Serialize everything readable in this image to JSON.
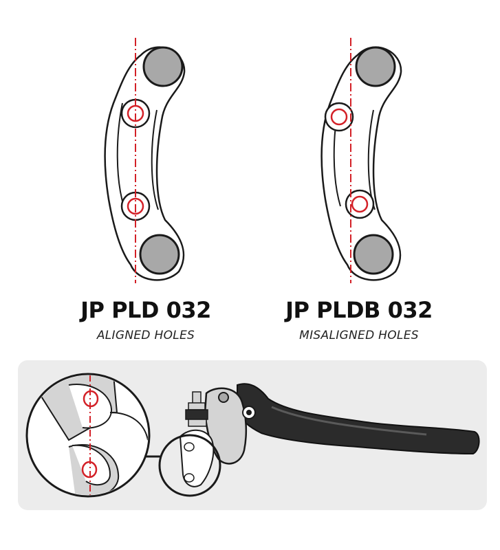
{
  "left_clamp": {
    "name": "JP PLD 032",
    "subtitle": "ALIGNED HOLES"
  },
  "right_clamp": {
    "name": "JP PLDB 032",
    "subtitle": "MISALIGNED HOLES"
  },
  "colors": {
    "outline": "#1a1a1a",
    "hole_fill": "#a8a8a8",
    "axis_red": "#d32027",
    "panel_bg": "#ececec",
    "lever_dark": "#2b2b2b",
    "body_light": "#d4d4d4"
  }
}
